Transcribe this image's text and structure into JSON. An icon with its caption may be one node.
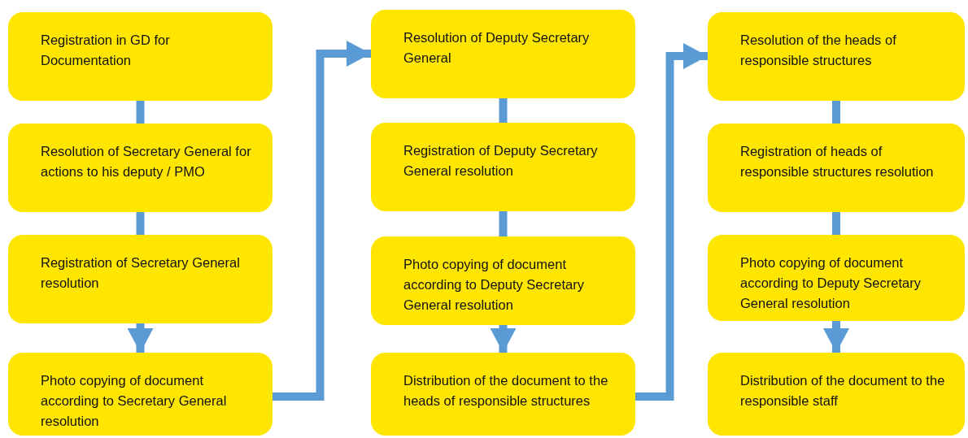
{
  "diagram": {
    "nodes": [
      {
        "text": [
          "Registration in GD for Documentation"
        ]
      },
      {
        "text": [
          "Resolution of Secretary General for actions to his deputy / PMO"
        ]
      },
      {
        "text": [
          "Registration of Secretary General resolution"
        ]
      },
      {
        "text": [
          "Photo copying of document according to Secretary General resolution"
        ]
      },
      {
        "text": [
          "Resolution of Deputy Secretary General"
        ]
      },
      {
        "text": [
          "Registration of Deputy Secretary General resolution"
        ]
      },
      {
        "text": [
          "Photo copying of document according to Deputy Secretary General resolution"
        ]
      },
      {
        "text": [
          "Distribution of the document to the heads of responsible structures"
        ]
      },
      {
        "text": [
          "Resolution of the heads of responsible structures"
        ]
      },
      {
        "text": [
          "Registration of heads of responsible structures resolution"
        ]
      },
      {
        "text": [
          "Photo copying of document according to Deputy Secretary General resolution"
        ]
      },
      {
        "text": [
          "Distribution of the document to the responsible staff"
        ]
      }
    ],
    "edges": [
      {
        "from": 0,
        "to": 1,
        "arrow": "none"
      },
      {
        "from": 1,
        "to": 2,
        "arrow": "none"
      },
      {
        "from": 2,
        "to": 3,
        "arrow": "to"
      },
      {
        "from": 3,
        "to": 4,
        "arrow": "to"
      },
      {
        "from": 4,
        "to": 5,
        "arrow": "none"
      },
      {
        "from": 5,
        "to": 6,
        "arrow": "none"
      },
      {
        "from": 6,
        "to": 7,
        "arrow": "to"
      },
      {
        "from": 7,
        "to": 8,
        "arrow": "to"
      },
      {
        "from": 8,
        "to": 9,
        "arrow": "none"
      },
      {
        "from": 9,
        "to": 10,
        "arrow": "none"
      },
      {
        "from": 10,
        "to": 11,
        "arrow": "to"
      }
    ]
  }
}
